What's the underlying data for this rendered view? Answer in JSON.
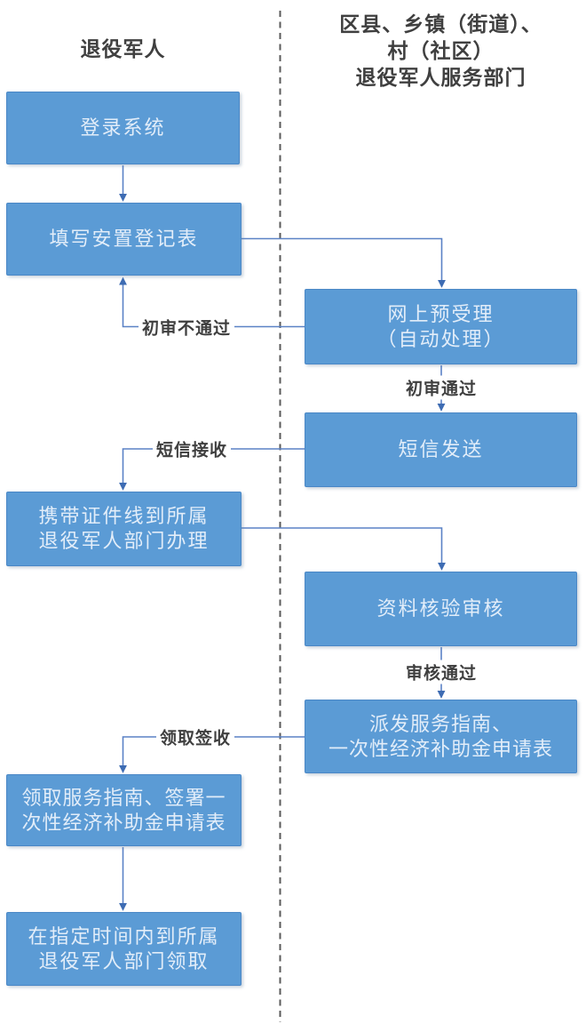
{
  "colors": {
    "node_fill": "#5B9BD5",
    "node_border": "#4a87c6",
    "node_text": "#e2edf9",
    "connector_line": "#5b82c6",
    "arrowhead": "#3e6cb3",
    "edge_label_text": "#3f3f3f",
    "lane_title_text": "#3f3f3f",
    "lane_divider": "#5a5a5a",
    "background": "#ffffff"
  },
  "lanes": {
    "left": {
      "title": "退役军人"
    },
    "right": {
      "title": "区县、乡镇（街道）、\n村（社区）\n退役军人服务部门"
    }
  },
  "nodes": {
    "login": {
      "label": "登录系统",
      "lane": "left"
    },
    "fill_registration": {
      "label": "填写安置登记表",
      "lane": "left"
    },
    "online_pre_acceptance": {
      "label": "网上预受理\n（自动处理）",
      "lane": "right"
    },
    "sms_send": {
      "label": "短信发送",
      "lane": "right"
    },
    "bring_documents": {
      "label": "携带证件线到所属\n退役军人部门办理",
      "lane": "left"
    },
    "material_review": {
      "label": "资料核验审核",
      "lane": "right"
    },
    "distribute_guide": {
      "label": "派发服务指南、\n一次性经济补助金申请表",
      "lane": "right"
    },
    "receive_sign": {
      "label": "领取服务指南、签署一\n次性经济补助金申请表",
      "lane": "left"
    },
    "collect_in_time": {
      "label": "在指定时间内到所属\n退役军人部门领取",
      "lane": "left"
    }
  },
  "edge_labels": {
    "initial_review_failed": "初审不通过",
    "initial_review_passed": "初审通过",
    "sms_received": "短信接收",
    "review_passed": "审核通过",
    "receive_and_sign": "领取签收"
  }
}
